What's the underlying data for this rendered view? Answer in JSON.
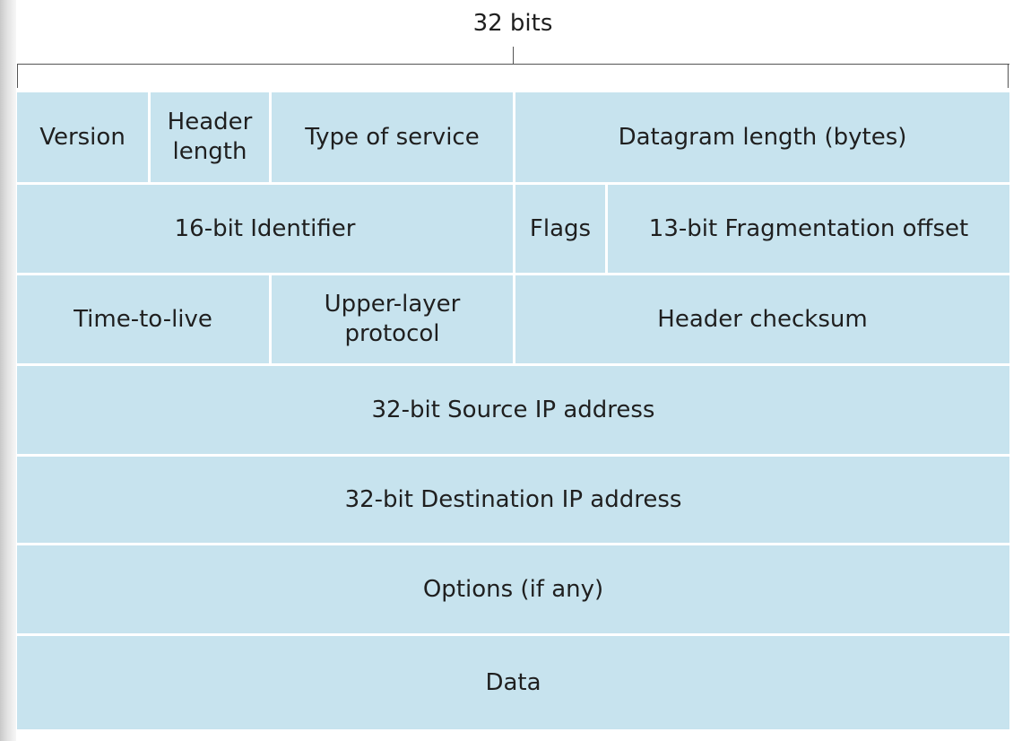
{
  "width_label": "32 bits",
  "rows": [
    {
      "fields": [
        {
          "label": "Version"
        },
        {
          "label": "Header\nlength"
        },
        {
          "label": "Type of service"
        },
        {
          "label": "Datagram length (bytes)"
        }
      ]
    },
    {
      "fields": [
        {
          "label": "16-bit Identifier"
        },
        {
          "label": "Flags"
        },
        {
          "label": "13-bit Fragmentation offset"
        }
      ]
    },
    {
      "fields": [
        {
          "label": "Time-to-live"
        },
        {
          "label": "Upper-layer\nprotocol"
        },
        {
          "label": "Header checksum"
        }
      ]
    },
    {
      "fields": [
        {
          "label": "32-bit Source IP address"
        }
      ]
    },
    {
      "fields": [
        {
          "label": "32-bit Destination IP address"
        }
      ]
    },
    {
      "fields": [
        {
          "label": "Options (if any)"
        }
      ]
    },
    {
      "fields": [
        {
          "label": "Data"
        }
      ]
    }
  ],
  "colors": {
    "field_fill": "#c7e3ee",
    "separator": "#ffffff",
    "bracket": "#555555",
    "text": "#1f1f1f"
  }
}
